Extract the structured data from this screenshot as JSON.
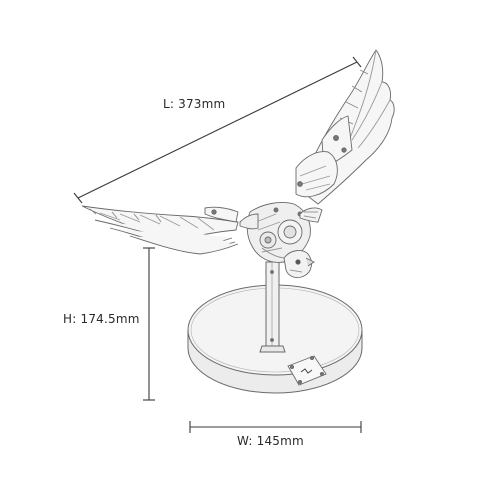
{
  "dimensions": {
    "length": "L:  373mm",
    "height": "H:  174.5mm",
    "width": "W:  145mm"
  },
  "colors": {
    "line": "#3a3a3a",
    "model_stroke": "#6a6a6a",
    "model_fill": "#f2f2f2",
    "background": "#ffffff"
  }
}
